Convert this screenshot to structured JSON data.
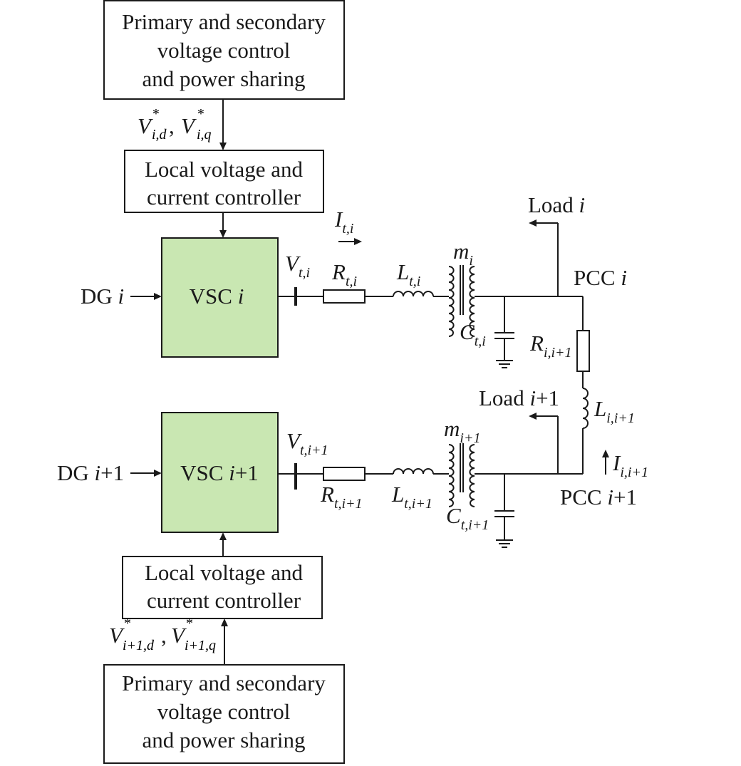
{
  "colors": {
    "vsc_fill": "#c9e7b2",
    "line": "#1a1a1a",
    "background": "#ffffff"
  },
  "top_ctrl": {
    "lines": [
      "Primary and secondary",
      "voltage control",
      "and power sharing"
    ]
  },
  "bot_ctrl": {
    "lines": [
      "Primary and secondary",
      "voltage control",
      "and power sharing"
    ]
  },
  "local_top": {
    "lines": [
      "Local voltage and",
      "current controller"
    ]
  },
  "local_bot": {
    "lines": [
      "Local voltage and",
      "current controller"
    ]
  },
  "vsc_top": {
    "prefix": "VSC ",
    "idx": "i"
  },
  "vsc_bot": {
    "prefix": "VSC ",
    "idx": "i",
    "plus": "+1"
  },
  "dg_top": {
    "prefix": "DG ",
    "idx": "i"
  },
  "dg_bot": {
    "prefix": "DG ",
    "idx": "i",
    "plus": "+1"
  },
  "ref_top": {
    "v": "V",
    "star": "*",
    "sub_d": "i,d",
    "sub_q": "i,q",
    "comma": ","
  },
  "ref_bot": {
    "v": "V",
    "star": "*",
    "sub_d": "i+1,d",
    "sub_q": "i+1,q",
    "comma": ","
  },
  "vt_top": {
    "main": "V",
    "sub": "t,i"
  },
  "vt_bot": {
    "main": "V",
    "sub": "t,i+1"
  },
  "rt_top": {
    "main": "R",
    "sub": "t,i"
  },
  "rt_bot": {
    "main": "R",
    "sub": "t,i+1"
  },
  "lt_top": {
    "main": "L",
    "sub": "t,i"
  },
  "lt_bot": {
    "main": "L",
    "sub": "t,i+1"
  },
  "ct_top": {
    "main": "C",
    "sub": "t,i"
  },
  "ct_bot": {
    "main": "C",
    "sub": "t,i+1"
  },
  "m_top": {
    "main": "m",
    "sub": "i"
  },
  "m_bot": {
    "main": "m",
    "sub": "i+1"
  },
  "it_top": {
    "main": "I",
    "sub": "t,i"
  },
  "load_top": {
    "prefix": "Load ",
    "idx": "i"
  },
  "load_bot": {
    "prefix": "Load ",
    "idx": "i",
    "plus": "+1"
  },
  "pcc_top": {
    "prefix": "PCC ",
    "idx": "i"
  },
  "pcc_bot": {
    "prefix": "PCC ",
    "idx": "i",
    "plus": "+1"
  },
  "r_line": {
    "main": "R",
    "sub": "i,i+1"
  },
  "l_line": {
    "main": "L",
    "sub": "i,i+1"
  },
  "i_line": {
    "main": "I",
    "sub": "i,i+1"
  }
}
